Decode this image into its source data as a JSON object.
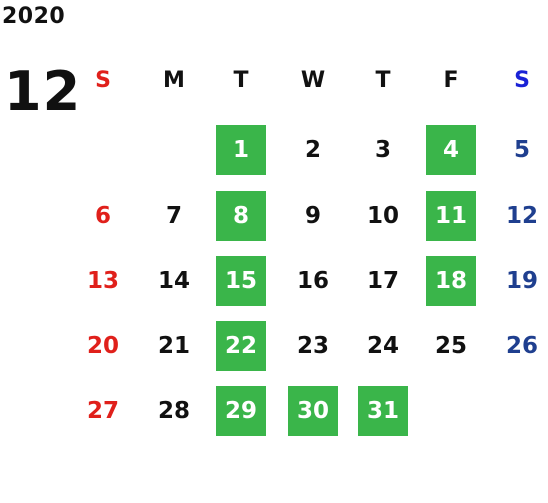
{
  "year": "2020",
  "month": "12",
  "colors": {
    "sunday": "#e0201b",
    "saturday_header": "#1a22d6",
    "saturday": "#1f3f8f",
    "weekday": "#111111",
    "highlight_bg": "#3ab54a",
    "highlight_text": "#ffffff"
  },
  "weekdays": [
    "S",
    "M",
    "T",
    "W",
    "T",
    "F",
    "S"
  ],
  "weeks": [
    [
      null,
      null,
      1,
      2,
      3,
      4,
      5
    ],
    [
      6,
      7,
      8,
      9,
      10,
      11,
      12
    ],
    [
      13,
      14,
      15,
      16,
      17,
      18,
      19
    ],
    [
      20,
      21,
      22,
      23,
      24,
      25,
      26
    ],
    [
      27,
      28,
      29,
      30,
      31,
      null,
      null
    ]
  ],
  "highlighted_days": [
    1,
    4,
    8,
    11,
    15,
    18,
    22,
    29,
    30,
    31
  ]
}
